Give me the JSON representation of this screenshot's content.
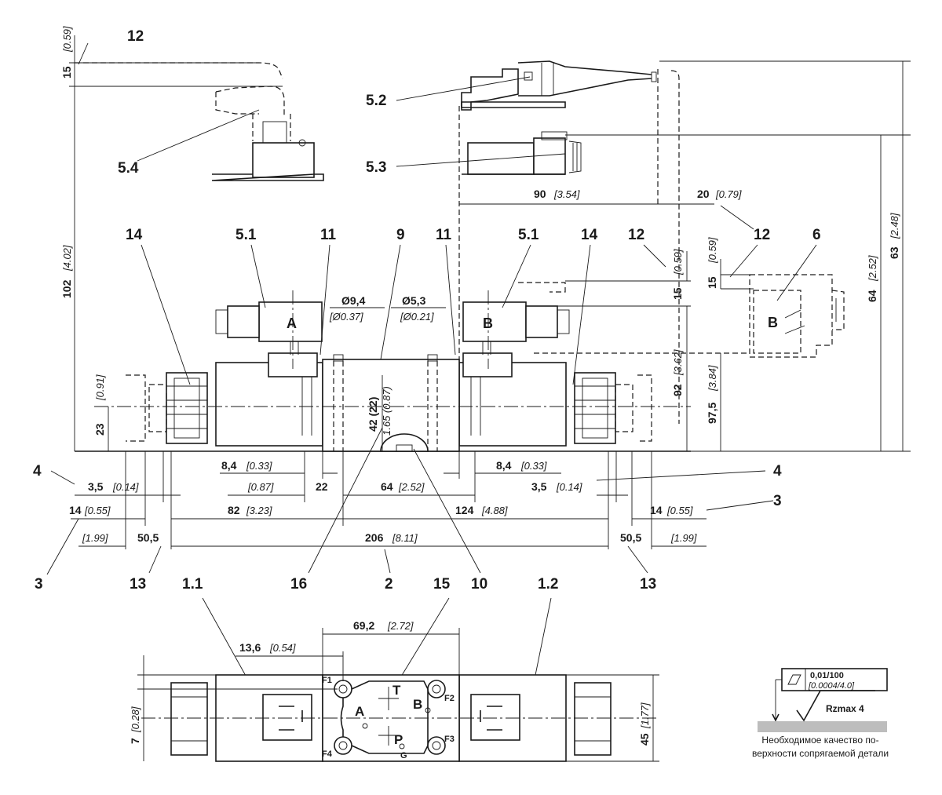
{
  "callouts": {
    "c12a": "12",
    "c52": "5.2",
    "c53": "5.3",
    "c54": "5.4",
    "c14a": "14",
    "c51a": "5.1",
    "c11a": "11",
    "c9": "9",
    "c11b": "11",
    "c51b": "5.1",
    "c14b": "14",
    "c12b": "12",
    "c12c": "12",
    "c6": "6",
    "c4a": "4",
    "c4b": "4",
    "c3a": "3",
    "c3b": "3",
    "c13a": "13",
    "c16": "16",
    "c2": "2",
    "c15": "15",
    "c10": "10",
    "c13b": "13",
    "c11c": "1.1",
    "c12d": "1.2"
  },
  "dims": {
    "d15_top": "15",
    "d0_59_top": "[0.59]",
    "d102": "102",
    "d102_in": "[4.02]",
    "d90": "90",
    "d90_in": "[3.54]",
    "d20": "20",
    "d20_in": "[0.79]",
    "d15_r": "15",
    "d0_59_r": "[0.59]",
    "d15_rr": "15",
    "d0_59_rr": "[0.59]",
    "d92": "92",
    "d92_in": "[3.62]",
    "d97_5": "97,5",
    "d97_5_in": "[3.84]",
    "d64": "64",
    "d64_in": "[2.52]",
    "d63": "63",
    "d63_in": "[2.48]",
    "d9_4": "Ø9,4",
    "d9_4_in": "[Ø0.37]",
    "d5_3": "Ø5,3",
    "d5_3_in": "[Ø0.21]",
    "d42": "42 (22)",
    "d42_in": "1.65 (0.87)",
    "d23": "23",
    "d0_91": "[0.91]",
    "d8_4a": "8,4",
    "d8_4a_in": "[0.33]",
    "d0_87": "[0.87]",
    "d22": "22",
    "d64b": "64",
    "d64b_in": "[2.52]",
    "d8_4b": "8,4",
    "d8_4b_in": "[0.33]",
    "d3_5a": "3,5",
    "d3_5a_in": "[0.14]",
    "d3_5b": "3,5",
    "d3_5b_in": "[0.14]",
    "d14a": "14",
    "d14a_in": "[0.55]",
    "d82": "82",
    "d82_in": "[3.23]",
    "d124": "124",
    "d124_in": "[4.88]",
    "d14b": "14",
    "d14b_in": "[0.55]",
    "d1_99a": "[1.99]",
    "d50_5a": "50,5",
    "d206": "206",
    "d206_in": "[8.11]",
    "d50_5b": "50,5",
    "d1_99b": "[1.99]",
    "d69_2": "69,2",
    "d69_2_in": "[2.72]",
    "d13_6": "13,6",
    "d13_6_in": "[0.54]",
    "d7": "7",
    "d7_in": "[0.28]",
    "d45": "45",
    "d45_in": "[1.77]"
  },
  "ports": {
    "a_top": "A",
    "b_top": "B",
    "b_side": "B",
    "f1": "F1",
    "f2": "F2",
    "f3": "F3",
    "f4": "F4",
    "t": "T",
    "a": "A",
    "b": "B",
    "p": "P",
    "g": "G"
  },
  "note": {
    "tolerance": "0,01/100",
    "tolerance_in": "[0.0004/4.0]",
    "roughness": "Rzmax  4",
    "line1": "Необходимое качество по-",
    "line2": "верхности сопрягаемой детали"
  }
}
